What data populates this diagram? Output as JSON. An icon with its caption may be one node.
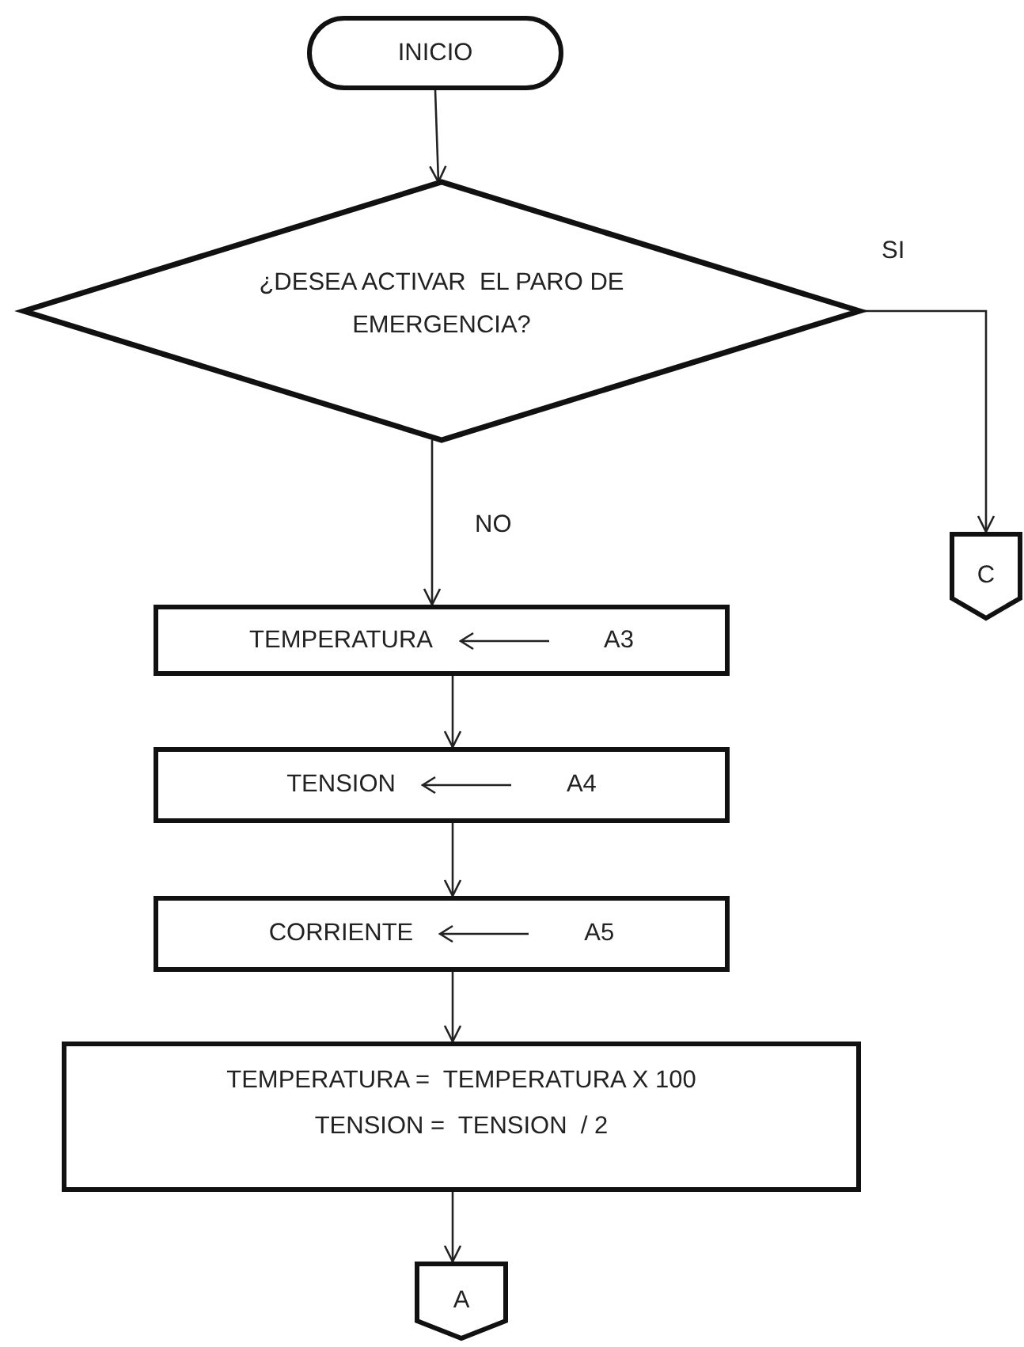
{
  "diagram": {
    "nodes": [
      {
        "text": [
          "INICIO"
        ]
      },
      {
        "text": [
          "¿DESEA ACTIVAR  EL PARO DE EMERGENCIA?"
        ]
      },
      {
        "text": [
          "C"
        ]
      },
      {
        "text": [
          "TEMPERATURA",
          "A3"
        ]
      },
      {
        "text": [
          "TENSION",
          "A4"
        ]
      },
      {
        "text": [
          "CORRIENTE",
          "A5"
        ]
      },
      {
        "text": [
          "TEMPERATURA =  TEMPERATURA X 100",
          "TENSION =  TENSION  / 2"
        ]
      },
      {
        "text": [
          "A"
        ]
      }
    ],
    "edges": [
      {
        "from": 0,
        "to": 1,
        "arrow": "to"
      },
      {
        "from": 1,
        "to": 2,
        "label": "SI",
        "arrow": "to"
      },
      {
        "from": 1,
        "to": 3,
        "label": "NO",
        "arrow": "to"
      },
      {
        "from": 3,
        "to": 4,
        "arrow": "to"
      },
      {
        "from": 4,
        "to": 5,
        "arrow": "to"
      },
      {
        "from": 5,
        "to": 6,
        "arrow": "to"
      },
      {
        "from": 6,
        "to": 7,
        "arrow": "to"
      }
    ]
  }
}
